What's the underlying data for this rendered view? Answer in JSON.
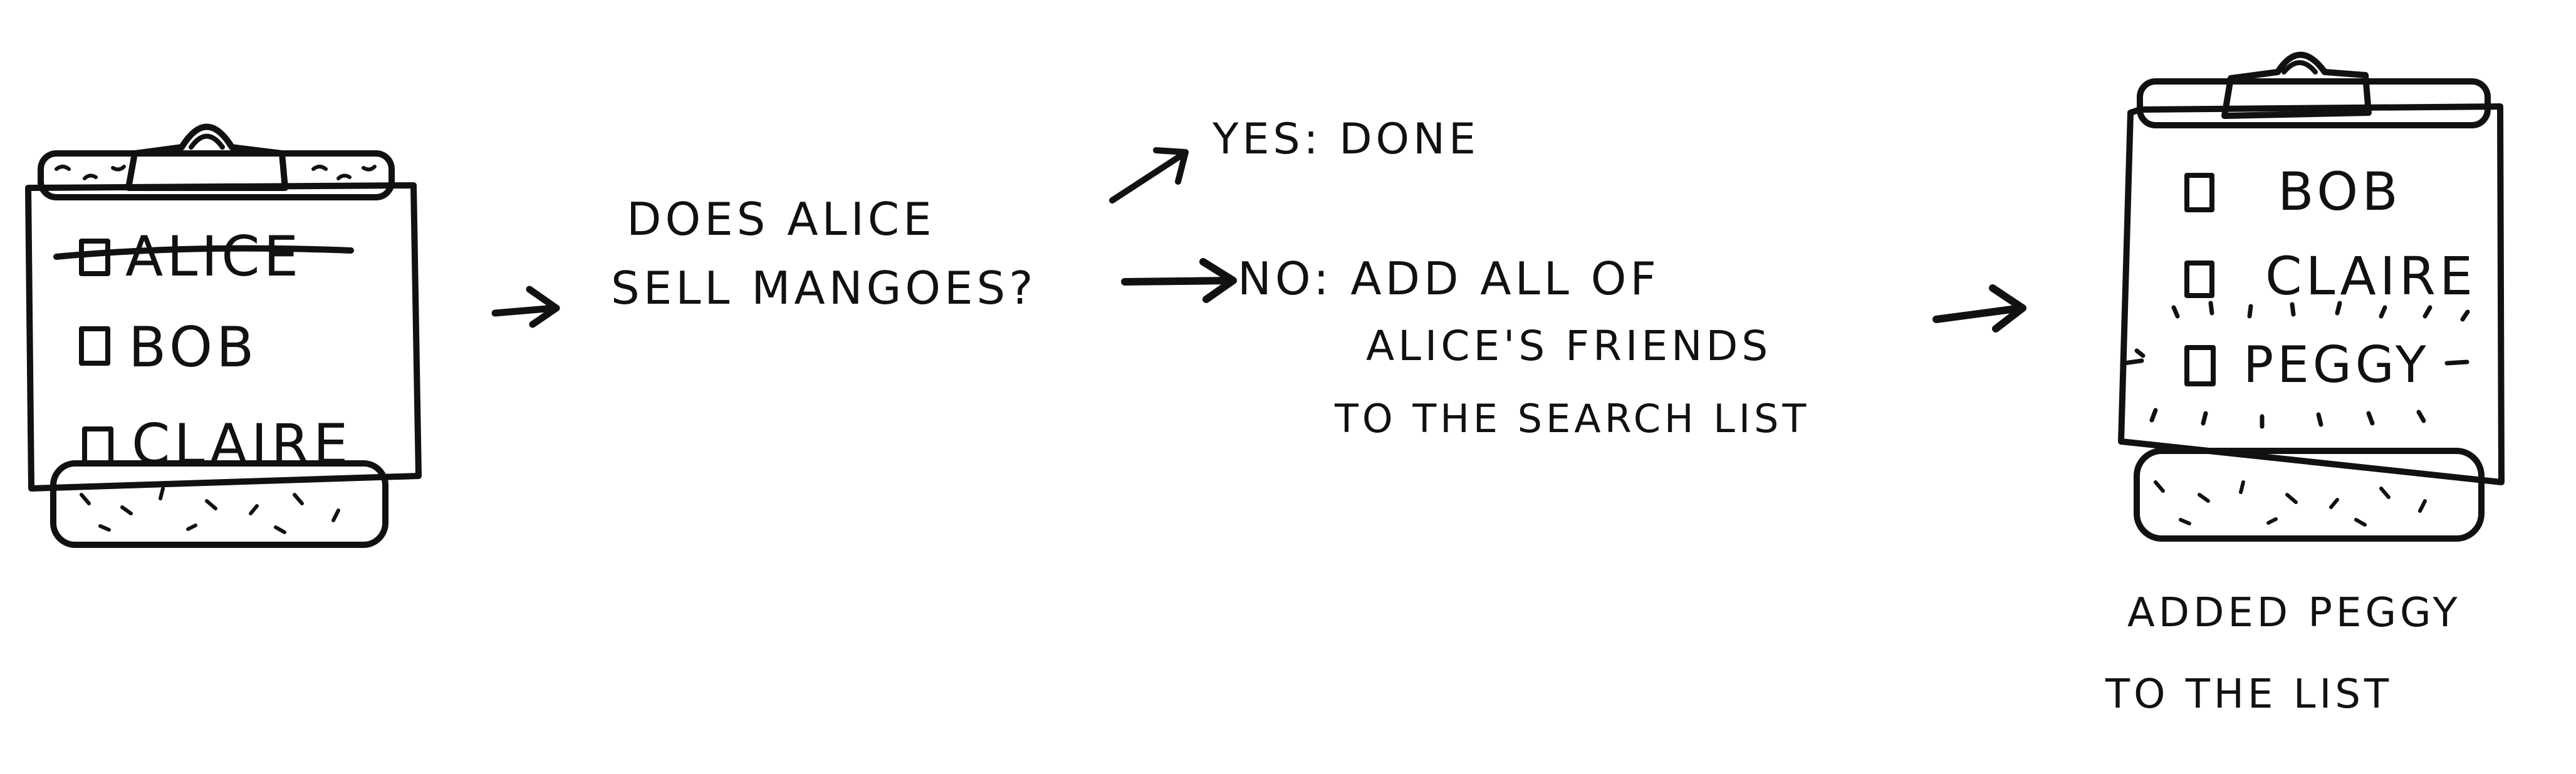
{
  "left_clipboard": {
    "items": [
      {
        "label": "ALICE",
        "crossed_out": true
      },
      {
        "label": "BOB",
        "crossed_out": false
      },
      {
        "label": "CLAIRE",
        "crossed_out": false
      }
    ]
  },
  "question": {
    "line1": "DOES ALICE",
    "line2": "SELL MANGOES?"
  },
  "yes_branch": {
    "text": "YES: DONE"
  },
  "no_branch": {
    "line1": "NO: ADD ALL OF",
    "line2": "ALICE'S FRIENDS",
    "line3": "TO THE SEARCH LIST"
  },
  "right_clipboard": {
    "items": [
      {
        "label": "BOB",
        "new": false
      },
      {
        "label": "CLAIRE",
        "new": false
      },
      {
        "label": "PEGGY",
        "new": true
      }
    ]
  },
  "caption": {
    "line1": "ADDED PEGGY",
    "line2": "TO THE LIST"
  }
}
